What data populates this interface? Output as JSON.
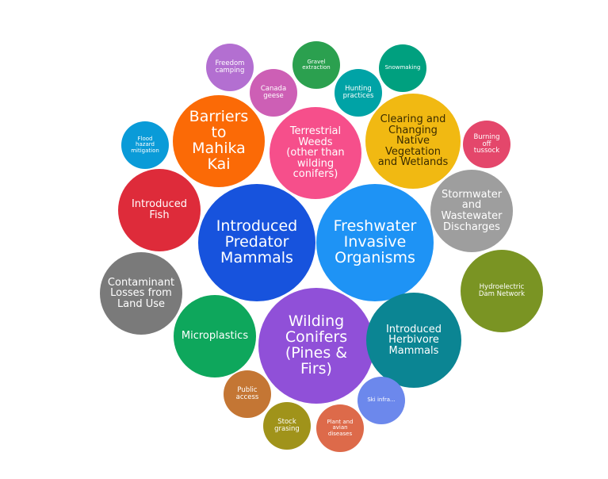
{
  "bubbles": [
    {
      "label": "Freedom\ncamping",
      "color": "#b36fd1"
    },
    {
      "label": "Canada\ngeese",
      "color": "#cd5fb5"
    },
    {
      "label": "Gravel\nextraction",
      "color": "#2ba04f"
    },
    {
      "label": "Hunting\npractices",
      "color": "#00a3a6"
    },
    {
      "label": "Snowmaking",
      "color": "#00a07f"
    },
    {
      "label": "Barriers\nto\nMahika\nKai",
      "color": "#fb6a06"
    },
    {
      "label": "Terrestrial\nWeeds\n(other than\nwilding\nconifers)",
      "color": "#f64f8b"
    },
    {
      "label": "Clearing and\nChanging\nNative\nVegetation\nand Wetlands",
      "color": "#f1b912"
    },
    {
      "label": "Burning\noff\ntussock",
      "color": "#e4476b"
    },
    {
      "label": "Flood\nhazard\nmitigation",
      "color": "#0a9bd8"
    },
    {
      "label": "Introduced\nFish",
      "color": "#de2b3a"
    },
    {
      "label": "Introduced\nPredator\nMammals",
      "color": "#1753dd"
    },
    {
      "label": "Freshwater\nInvasive\nOrganisms",
      "color": "#1e93f5"
    },
    {
      "label": "Stormwater\nand\nWastewater\nDischarges",
      "color": "#9e9e9e"
    },
    {
      "label": "Contaminant\nLosses from\nLand Use",
      "color": "#7a7a7a"
    },
    {
      "label": "Hydroelectric\nDam Network",
      "color": "#7a9423"
    },
    {
      "label": "Microplastics",
      "color": "#0ea75c"
    },
    {
      "label": "Wilding\nConifers\n(Pines &\nFirs)",
      "color": "#9050d8"
    },
    {
      "label": "Introduced\nHerbivore\nMammals",
      "color": "#0b8593"
    },
    {
      "label": "Public\naccess",
      "color": "#c47634"
    },
    {
      "label": "Ski infra...",
      "color": "#6c88ec"
    },
    {
      "label": "Stock\ngrasing",
      "color": "#a0931a"
    },
    {
      "label": "Plant and\navian\ndiseases",
      "color": "#dd6a4a"
    }
  ]
}
